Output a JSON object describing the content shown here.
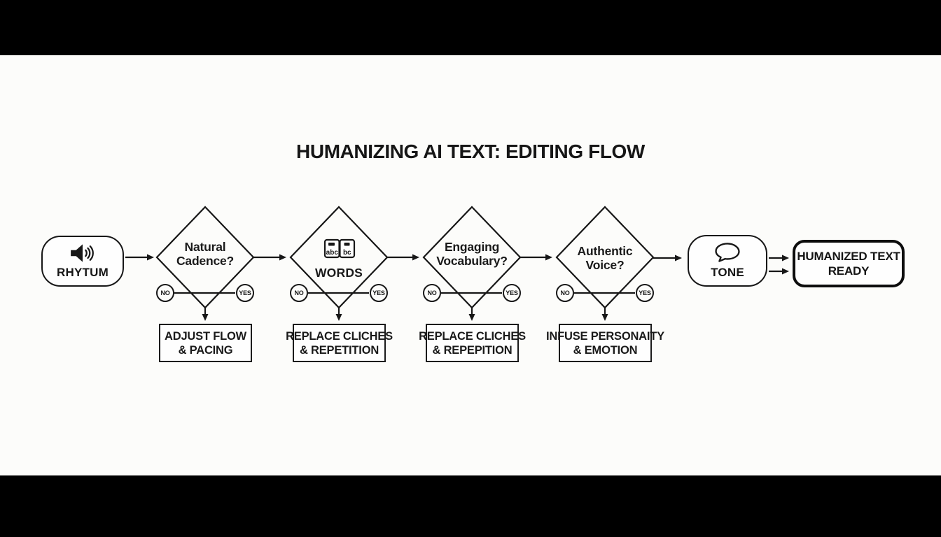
{
  "title": "HUMANIZING AI TEXT: EDITING FLOW",
  "colors": {
    "ink": "#171717",
    "canvas": "#fcfcfa",
    "bar": "#000000",
    "node_fill": "#fefefe"
  },
  "start": {
    "label": "RHYTUM",
    "icon": "speaker-volume-icon"
  },
  "decisions": [
    {
      "line1": "Natural",
      "line2": "Cadence?",
      "no": "NO",
      "yes": "YES"
    },
    {
      "label": "WORDS",
      "icon": "letter-blocks-icon",
      "block_letters": [
        "abc",
        "bc"
      ],
      "no": "NO",
      "yes": "YES"
    },
    {
      "line1": "Engaging",
      "line2": "Vocabulary?",
      "no": "NO",
      "yes": "YES"
    },
    {
      "line1": "Authentic",
      "line2": "Voice?",
      "no": "NO",
      "yes": "YES"
    }
  ],
  "actions": [
    {
      "line1": "ADJUST FLOW",
      "line2": "& PACING"
    },
    {
      "line1": "REPLACE CLICHES",
      "line2": "& REPETITION"
    },
    {
      "line1": "REPLACE CLICHES",
      "line2": "& REPEPITION"
    },
    {
      "line1": "INFUSE PERSONAITY",
      "line2": "& EMOTION"
    }
  ],
  "tone": {
    "label": "TONE",
    "icon": "speech-bubble-icon"
  },
  "end": {
    "line1": "HUMANIZED TEXT",
    "line2": "READY"
  }
}
